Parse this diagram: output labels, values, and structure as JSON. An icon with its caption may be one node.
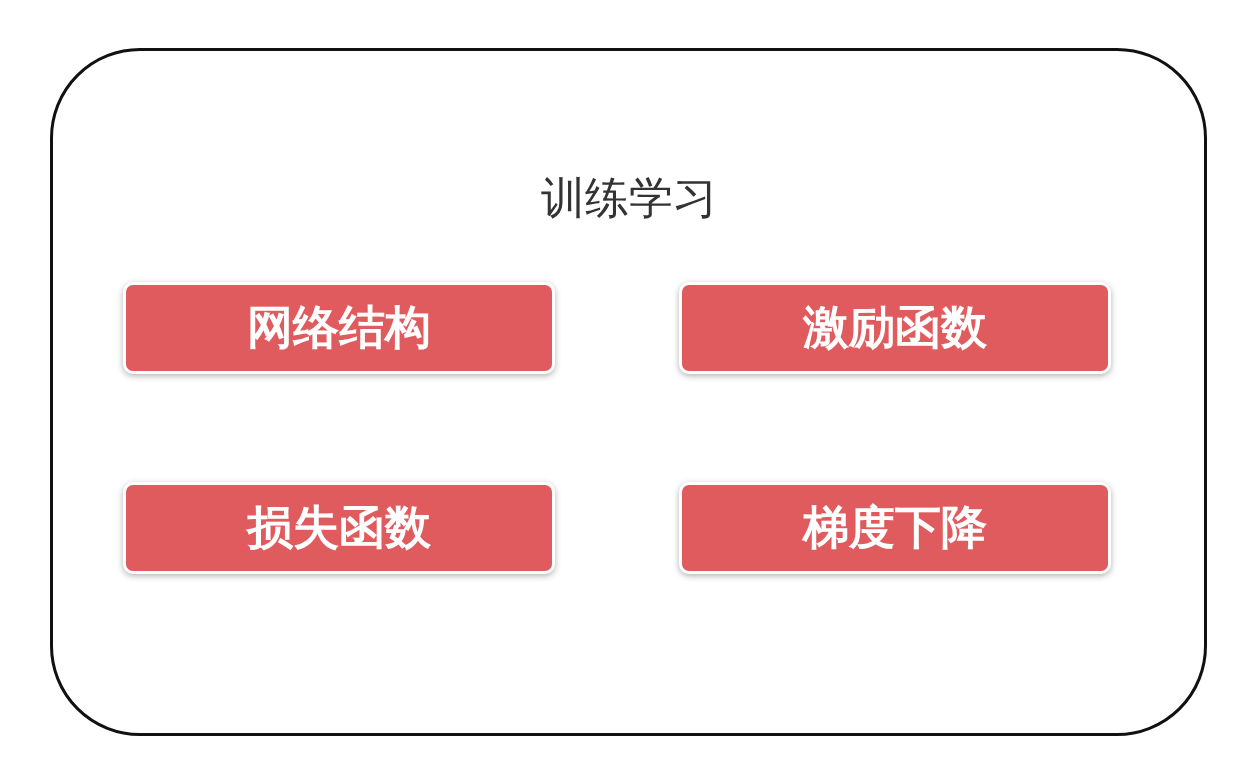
{
  "diagram": {
    "nodes": [
      {
        "text": [
          "训练学习"
        ]
      },
      {
        "text": [
          "网络结构"
        ],
        "in": 0
      },
      {
        "text": [
          "激励函数"
        ],
        "in": 0
      },
      {
        "text": [
          "损失函数"
        ],
        "in": 0
      },
      {
        "text": [
          "梯度下降"
        ],
        "in": 0
      }
    ]
  }
}
